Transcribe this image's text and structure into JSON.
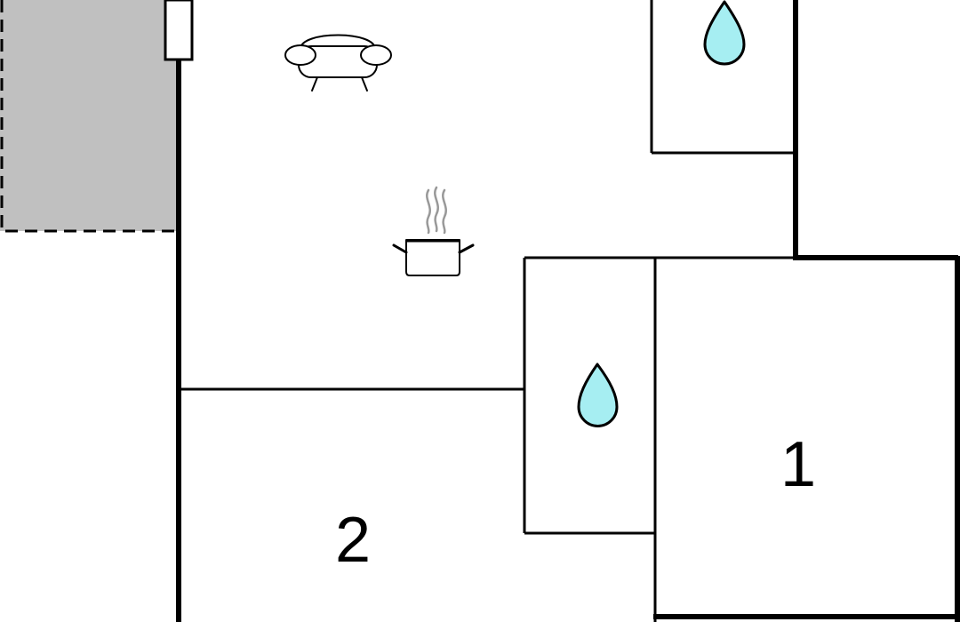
{
  "floorplan": {
    "rooms": [
      {
        "id": "bedroom-1",
        "label": "1"
      },
      {
        "id": "bedroom-2",
        "label": "2"
      }
    ],
    "icons": [
      "sofa-icon",
      "cooking-pot-icon",
      "water-drop-icon",
      "water-drop-icon"
    ],
    "colors": {
      "wall": "#000000",
      "terrace_fill": "#c0c0c0",
      "water_drop_fill": "#a6eef2",
      "steam": "#999999",
      "background": "#ffffff"
    }
  }
}
